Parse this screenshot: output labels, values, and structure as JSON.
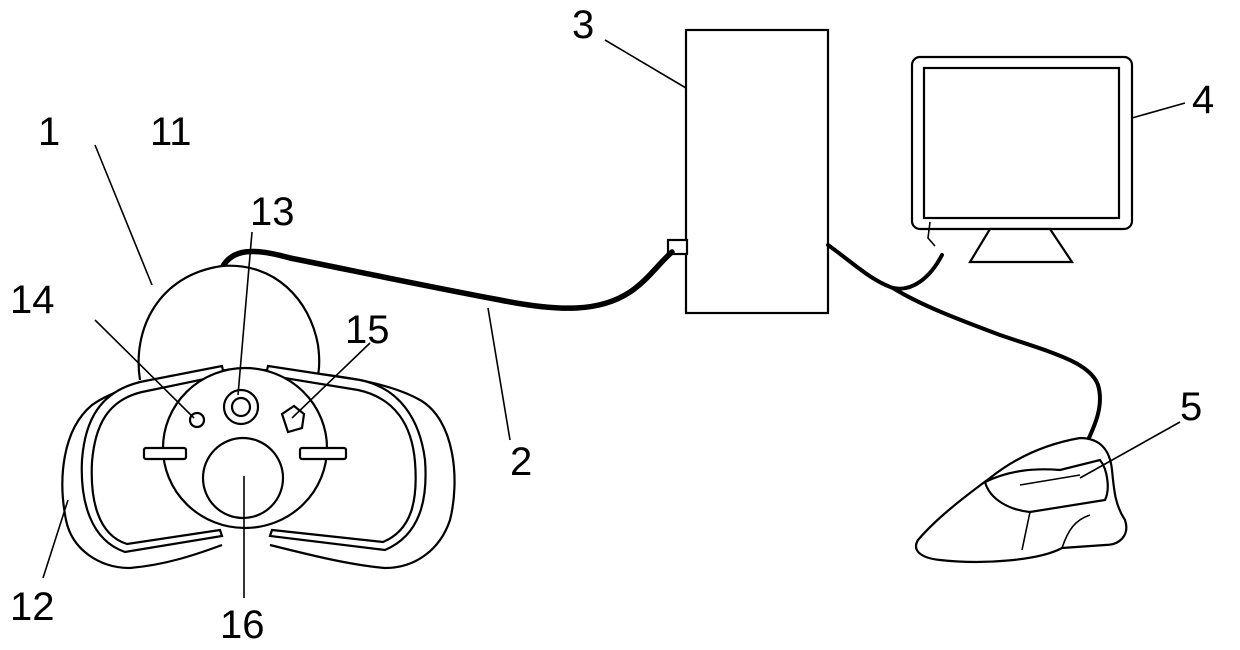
{
  "labels": {
    "main_device": "1",
    "cable": "2",
    "host": "3",
    "display": "4",
    "foot_unit": "5",
    "head_part": "11",
    "side_wing": "12",
    "center_port": "13",
    "left_hole": "14",
    "right_part": "15",
    "lower_circle": "16"
  }
}
